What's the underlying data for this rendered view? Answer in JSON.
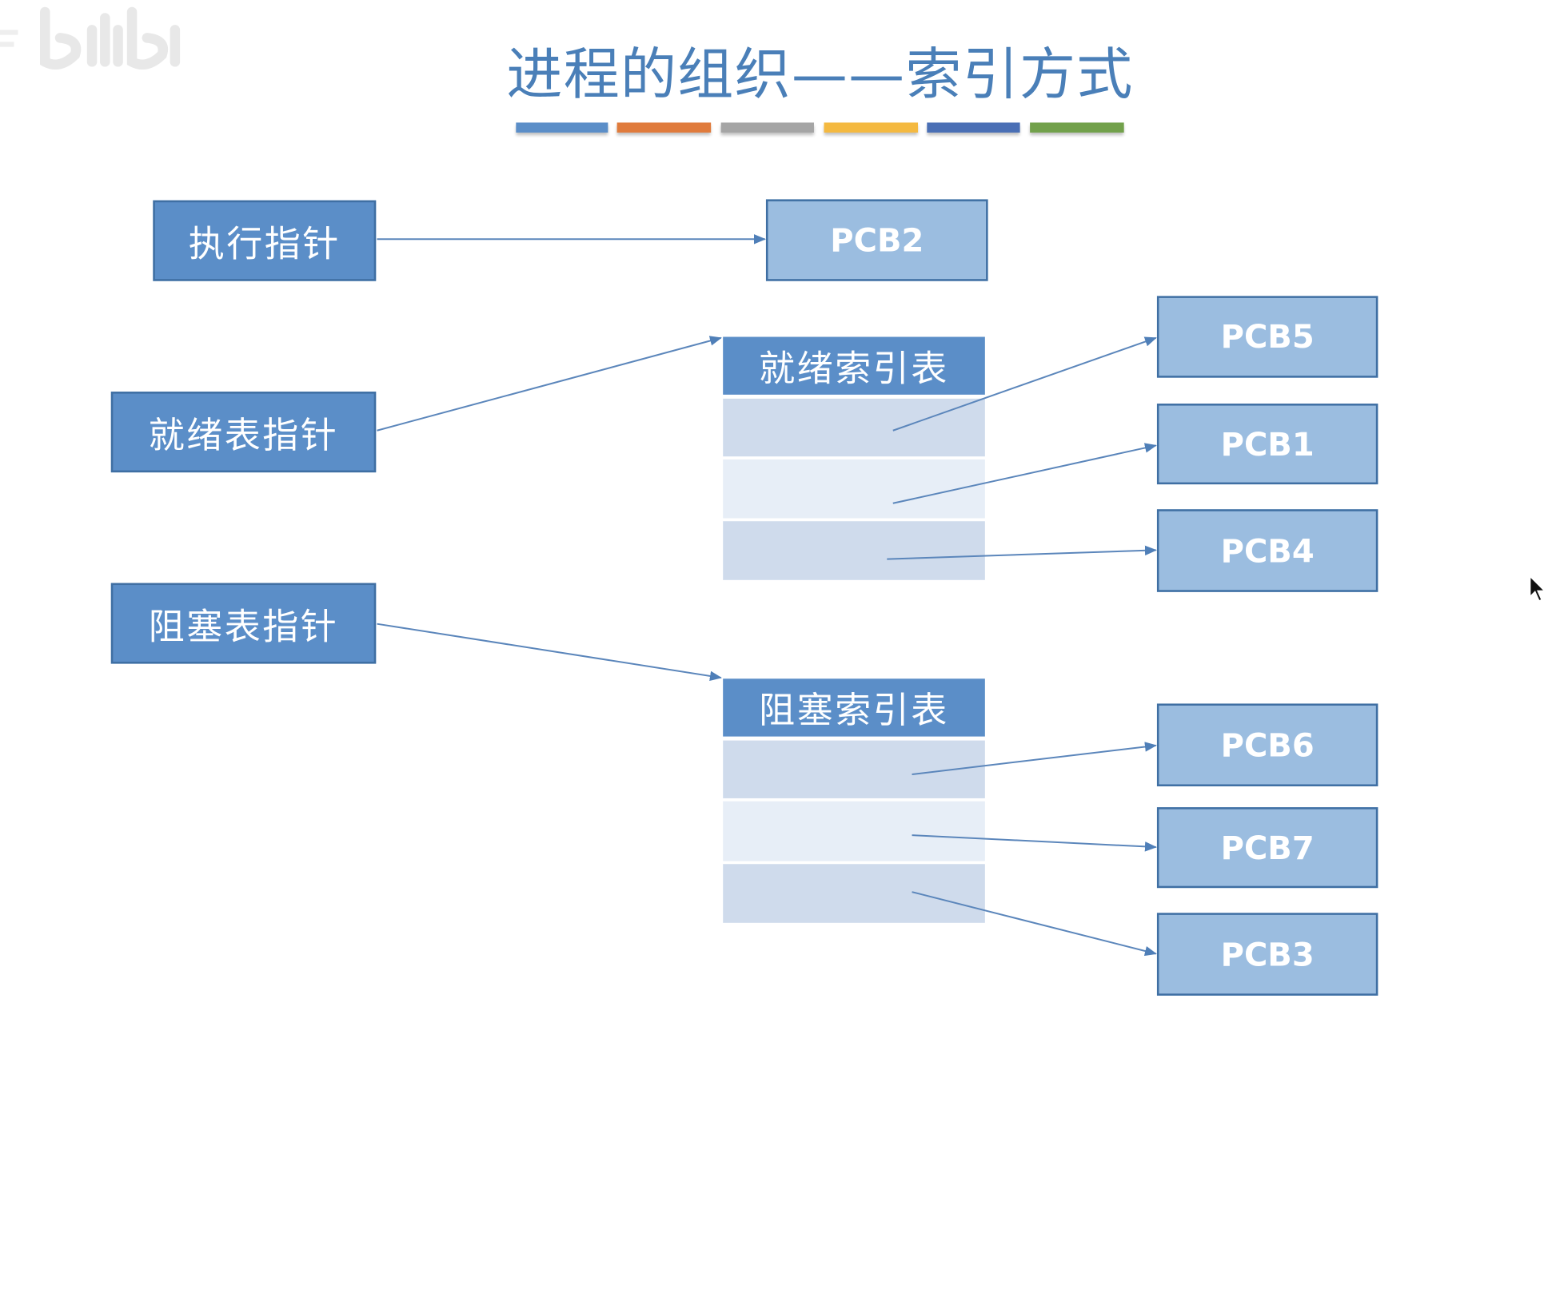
{
  "title": "进程的组织——索引方式",
  "title_bar_colors": [
    "#5b8ec8",
    "#e07b3c",
    "#a5a5a5",
    "#f4b940",
    "#4a6fb5",
    "#72a14b"
  ],
  "pointers": {
    "running": "执行指针",
    "ready": "就绪表指针",
    "blocked": "阻塞表指针"
  },
  "index_tables": {
    "ready": "就绪索引表",
    "blocked": "阻塞索引表"
  },
  "pcbs": {
    "pcb2": "PCB2",
    "pcb5": "PCB5",
    "pcb1": "PCB1",
    "pcb4": "PCB4",
    "pcb6": "PCB6",
    "pcb7": "PCB7",
    "pcb3": "PCB3"
  }
}
